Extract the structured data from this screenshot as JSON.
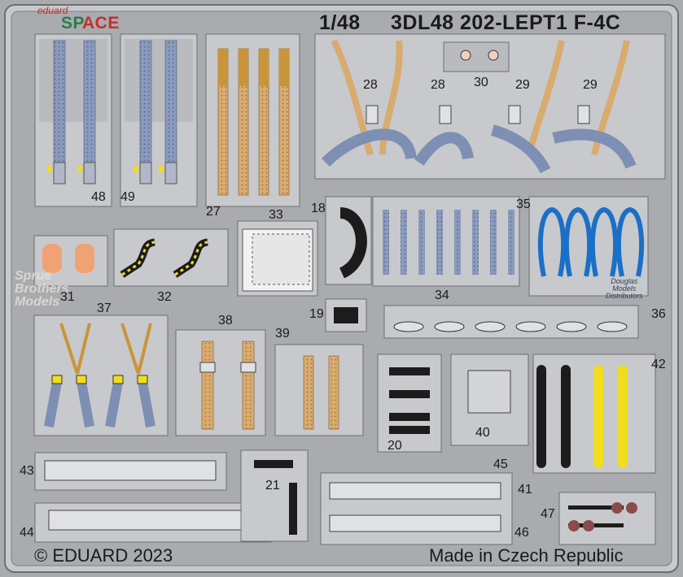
{
  "header": {
    "brand_small": "eduard",
    "brand_big_prefix": "SP",
    "brand_big_suffix": "ACE",
    "scale": "1/48",
    "code": "3DL48 202-LEPT1 F-4C"
  },
  "footer": {
    "copyright": "© EDUARD 2023",
    "origin": "Made in Czech Republic"
  },
  "watermarks": {
    "left": [
      "Sprue",
      "Brothers",
      "Models"
    ],
    "right": [
      "Douglas",
      "Models",
      "Distributors"
    ]
  },
  "part_numbers": {
    "p18": "18",
    "p19": "19",
    "p20": "20",
    "p21": "21",
    "p27": "27",
    "p28a": "28",
    "p28b": "28",
    "p29a": "29",
    "p29b": "29",
    "p30": "30",
    "p31": "31",
    "p32": "32",
    "p33": "33",
    "p34": "34",
    "p35": "35",
    "p36": "36",
    "p37": "37",
    "p38": "38",
    "p39": "39",
    "p40": "40",
    "p41": "41",
    "p42": "42",
    "p43": "43",
    "p44": "44",
    "p45": "45",
    "p46": "46",
    "p47": "47",
    "p48": "48",
    "p49": "49"
  },
  "colors": {
    "background": "#a9abae",
    "fret": "#c7c9cc",
    "fret_edge": "#6c6f73",
    "belt_blue": "#7d8fb3",
    "belt_tan": "#d8ab6e",
    "belt_gold": "#c99538",
    "loop_blue": "#1b6fc7",
    "yellow": "#f2dc1e",
    "black": "#1c1c1c",
    "orange": "#f0a274",
    "maroon": "#8a4b4b",
    "accent_red": "#c4302b",
    "accent_green": "#2f7a4d"
  }
}
